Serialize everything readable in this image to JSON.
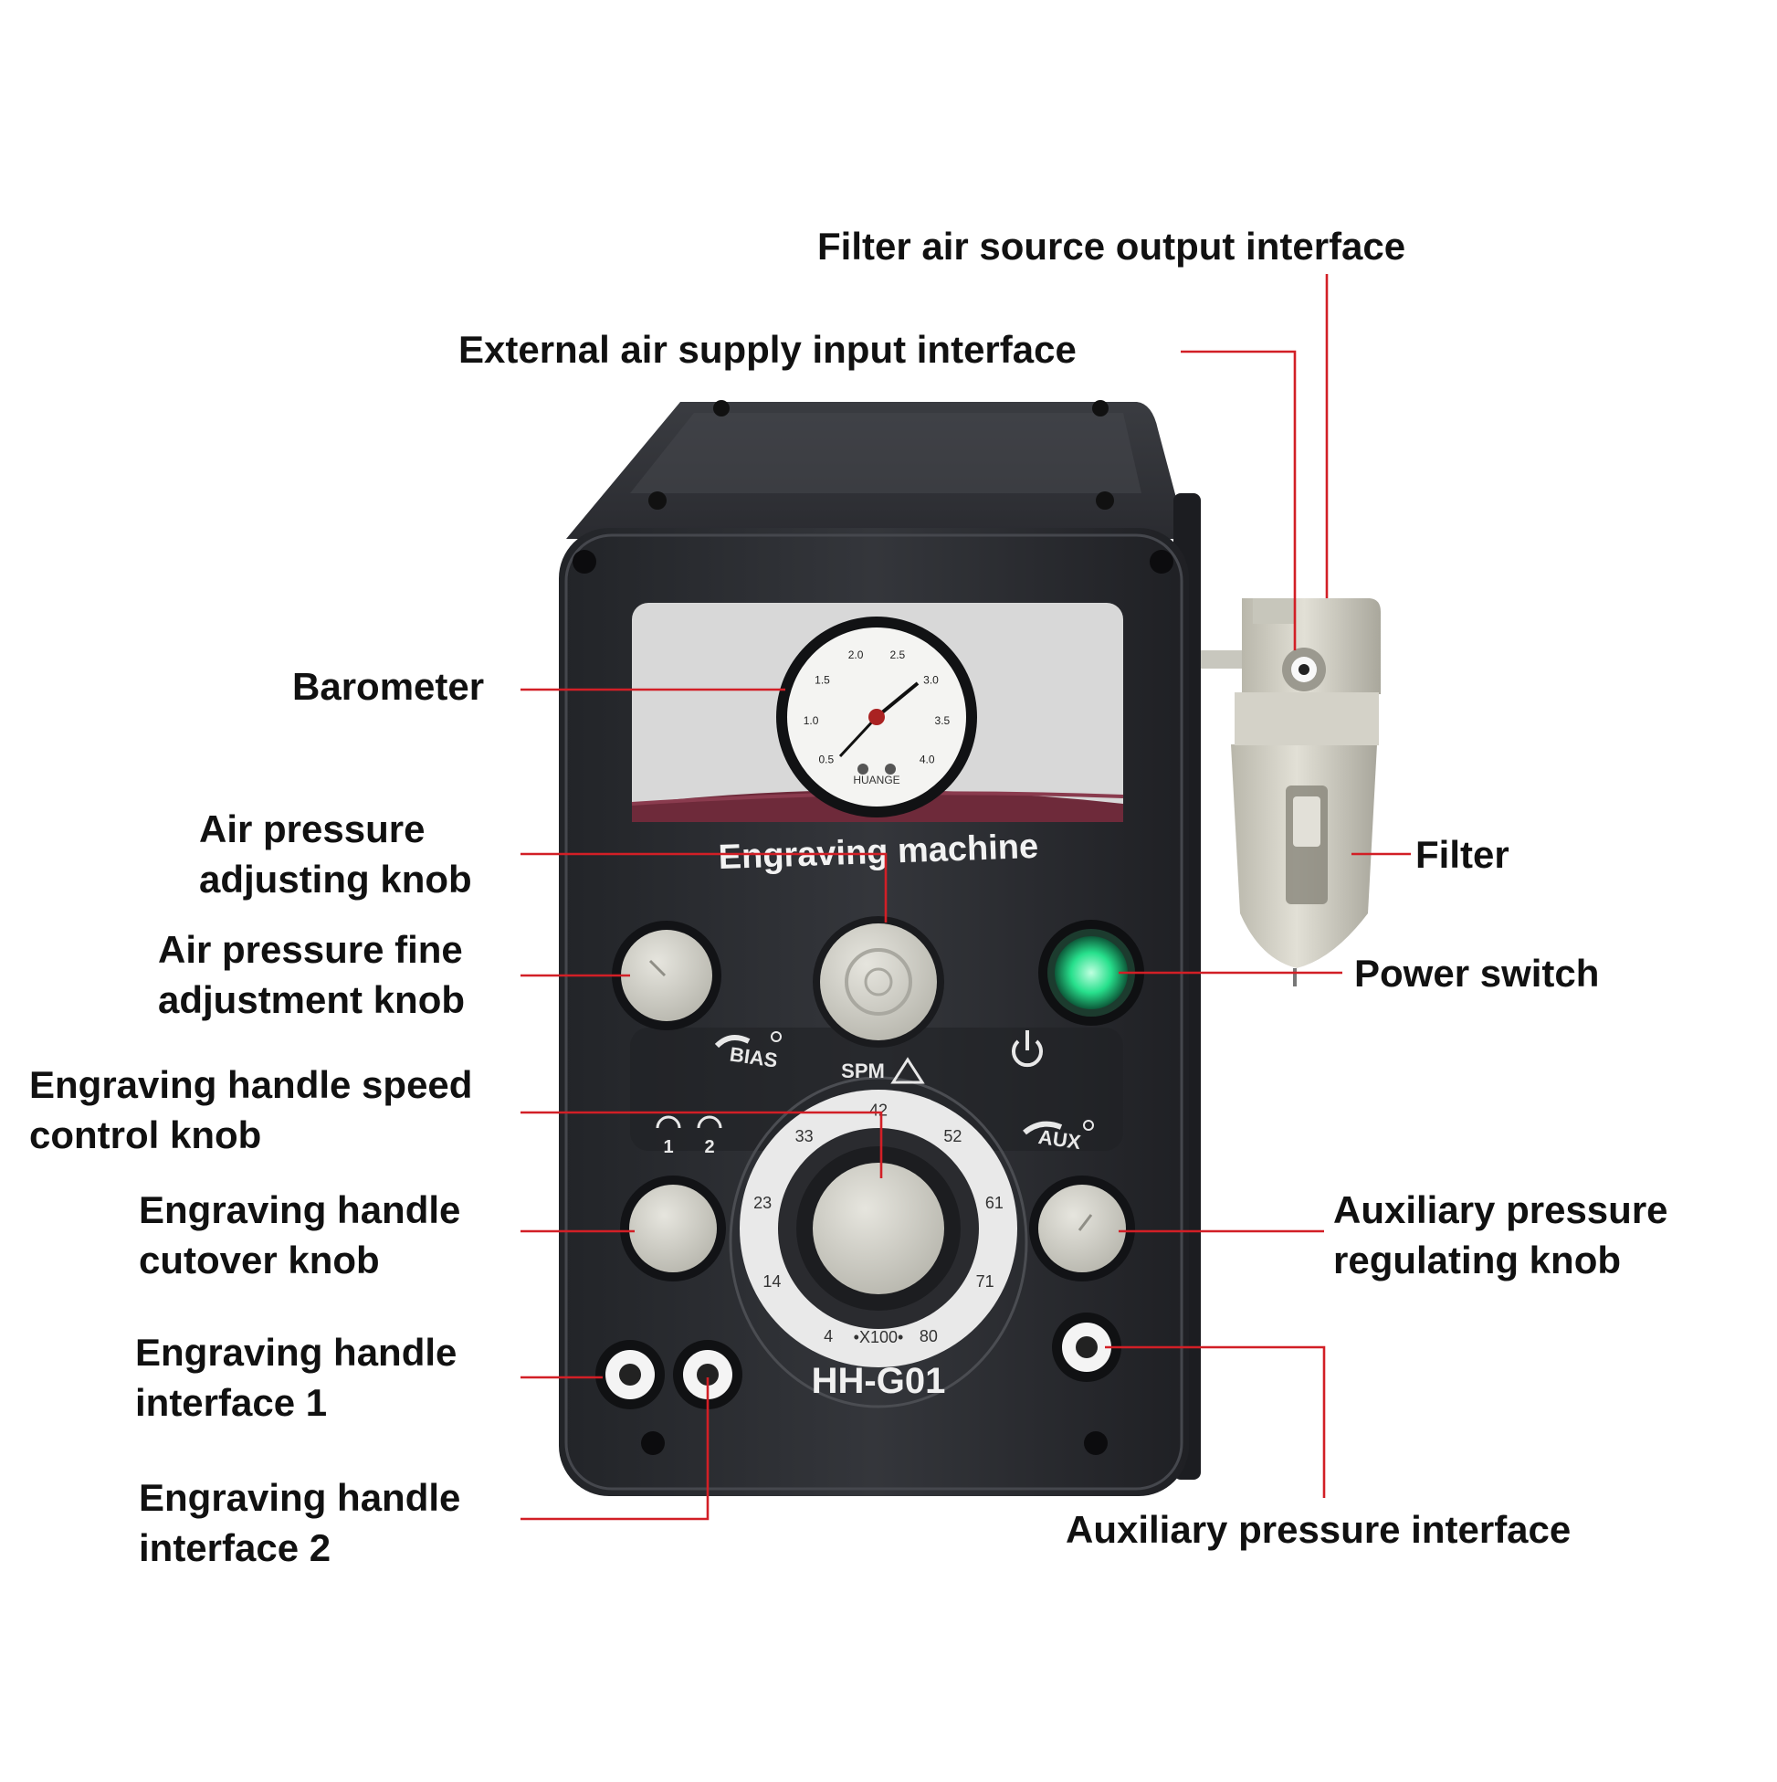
{
  "colors": {
    "leader_line": "#d21f26",
    "machine_body": "#2b2d31",
    "panel_label_band": "#6e2a3a",
    "knob": "#d2d1c9",
    "power_led": "#27e08c"
  },
  "labels": {
    "filter_air_source_output": [
      "Filter air source output interface"
    ],
    "external_air_supply_input": [
      "External air supply input interface"
    ],
    "barometer": [
      "Barometer"
    ],
    "air_pressure_adjusting_knob": [
      "Air pressure",
      "adjusting knob"
    ],
    "air_pressure_fine_adjustment_knob": [
      "Air pressure fine",
      "adjustment knob"
    ],
    "engraving_handle_speed_control_knob": [
      "Engraving handle speed",
      "control knob"
    ],
    "engraving_handle_cutover_knob": [
      "Engraving handle",
      "cutover knob"
    ],
    "engraving_handle_interface_1": [
      "Engraving handle",
      "interface 1"
    ],
    "engraving_handle_interface_2": [
      "Engraving handle",
      "interface 2"
    ],
    "filter": [
      "Filter"
    ],
    "power_switch": [
      "Power switch"
    ],
    "auxiliary_pressure_regulating_knob": [
      "Auxiliary pressure",
      "regulating knob"
    ],
    "auxiliary_pressure_interface": [
      "Auxiliary pressure interface"
    ]
  },
  "device": {
    "panel_title": "Engraving machine",
    "model": "HH-G01",
    "bias_label": "BIAS",
    "spm_label": "SPM",
    "aux_label": "AUX",
    "handle_1": "1",
    "handle_2": "2",
    "dial_multiplier": "•X100•",
    "dial_ticks": [
      "4",
      "14",
      "23",
      "33",
      "42",
      "52",
      "61",
      "71",
      "80"
    ],
    "gauge_ticks": [
      "0.5",
      "1.0",
      "1.5",
      "2.0",
      "2.5",
      "3.0",
      "3.5",
      "4.0"
    ],
    "gauge_brand": "HUANGE"
  }
}
